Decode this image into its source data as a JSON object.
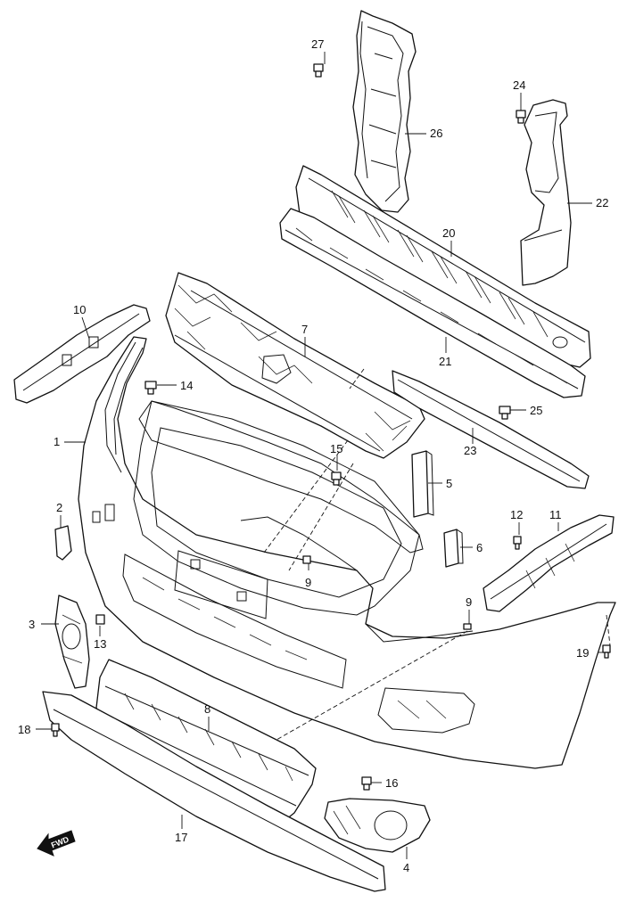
{
  "diagram": {
    "direction_marker": "FWD",
    "callouts": [
      {
        "id": "27",
        "label": "27"
      },
      {
        "id": "26",
        "label": "26"
      },
      {
        "id": "24",
        "label": "24"
      },
      {
        "id": "22",
        "label": "22"
      },
      {
        "id": "20",
        "label": "20"
      },
      {
        "id": "10",
        "label": "10"
      },
      {
        "id": "7",
        "label": "7"
      },
      {
        "id": "21",
        "label": "21"
      },
      {
        "id": "14",
        "label": "14"
      },
      {
        "id": "25",
        "label": "25"
      },
      {
        "id": "1",
        "label": "1"
      },
      {
        "id": "23",
        "label": "23"
      },
      {
        "id": "15",
        "label": "15"
      },
      {
        "id": "5",
        "label": "5"
      },
      {
        "id": "2",
        "label": "2"
      },
      {
        "id": "12",
        "label": "12"
      },
      {
        "id": "11",
        "label": "11"
      },
      {
        "id": "6",
        "label": "6"
      },
      {
        "id": "9a",
        "label": "9"
      },
      {
        "id": "9b",
        "label": "9"
      },
      {
        "id": "3",
        "label": "3"
      },
      {
        "id": "13",
        "label": "13"
      },
      {
        "id": "19",
        "label": "19"
      },
      {
        "id": "8",
        "label": "8"
      },
      {
        "id": "18",
        "label": "18"
      },
      {
        "id": "16",
        "label": "16"
      },
      {
        "id": "17",
        "label": "17"
      },
      {
        "id": "4",
        "label": "4"
      }
    ]
  }
}
